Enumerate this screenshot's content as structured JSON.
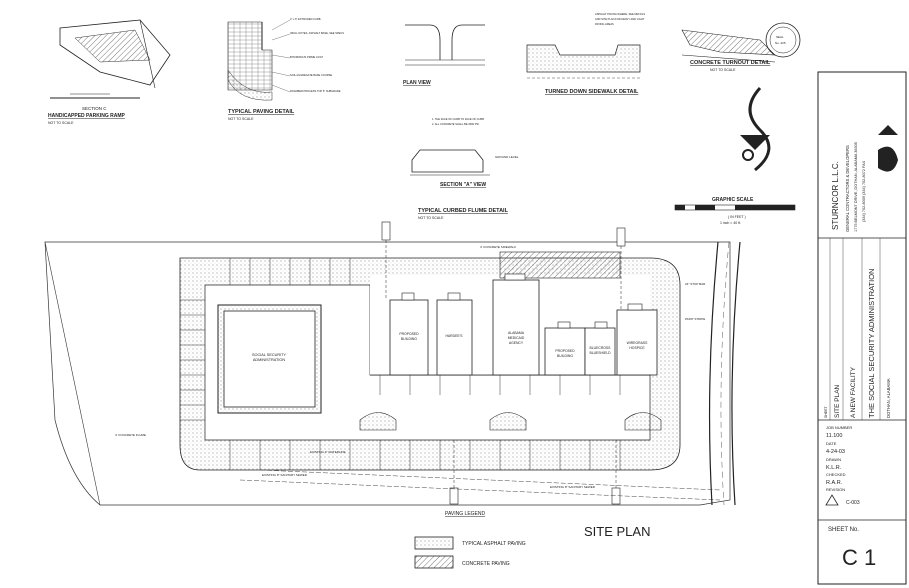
{
  "details": {
    "handicapped_ramp_title": "HANDICAPPED PARKING RAMP",
    "section_c_label": "SECTION C",
    "typical_paving_title": "TYPICAL PAVING DETAIL",
    "plan_view_label": "PLAN VIEW",
    "turned_down_title": "TURNED DOWN SIDEWALK DETAIL",
    "concrete_turnout_title": "CONCRETE TURNOUT DETAIL",
    "section_a_label": "SECTION \"A\" VIEW",
    "curbed_flume_title": "TYPICAL CURBED FLUME DETAIL",
    "not_to_scale": "NOT TO SCALE",
    "graphic_scale_title": "GRAPHIC SCALE",
    "scale_feet": "( IN FEET )",
    "scale_inch": "1 inch = 40 ft."
  },
  "site_plan": {
    "title": "SITE PLAN",
    "buildings": {
      "ssa_line1": "SOCIAL SECURITY",
      "ssa_line2": "ADMINISTRATION",
      "proposed_building_1": [
        "PROPOSED",
        "BUILDING"
      ],
      "hardees": [
        "HARDEE'S"
      ],
      "medicaid": [
        "ALABAMA",
        "MEDICAID",
        "AGENCY"
      ],
      "proposed_building_2": [
        "PROPOSED",
        "BUILDING"
      ],
      "bcbs": [
        "BLUECROSS",
        "BLUESHIELD"
      ],
      "wiregrass": [
        "WIREGRASS",
        "HOSPICE"
      ]
    },
    "labels": {
      "sidewalk_1": "4' CONCRETE FLUME",
      "sidewalk_2": "4' CONCRETE SIDEWALK",
      "sewer_1": "EXISTING 8\" SANITARY SEWER",
      "sewer_2": "EXISTING 8\" SANITARY SEWER",
      "waterline": "EXISTING 6\" WATERLINE",
      "stop_bar": "24\" STOP BAR",
      "paint_stripe": "PAINT STRIPE"
    }
  },
  "legend": {
    "title": "PAVING LEGEND",
    "asphalt": "TYPICAL ASPHALT PAVING",
    "concrete": "CONCRETE PAVING"
  },
  "title_block": {
    "company": "STURNCOR L.L.C.",
    "company_sub": "GENERAL CONTRACTORS & DEVELOPERS",
    "address": "1775 BELMONT DRIVE, DOTHAN, ALABAMA 36305",
    "phone": "(334) 702-8009  (334) 702-8072 FAX",
    "project_line1": "SITE PLAN",
    "project_line2": "A NEW FACILITY",
    "project_line3": "THE SOCIAL SECURITY ADMINISTRATION",
    "project_line4": "DOTHAN, ALABAMA",
    "job_number_label": "JOB NUMBER",
    "job_number": "11.100",
    "date_label": "DATE",
    "date": "4-24-03",
    "drawn_label": "DRAWN",
    "drawn": "K.L.R.",
    "checked_label": "CHECKED",
    "checked": "R.A.R.",
    "revision_label": "REVISION",
    "revision": "C-003",
    "sheet_label": "SHEET No.",
    "sheet_number": "C 1"
  },
  "colors": {
    "ink": "#222222",
    "paper": "#ffffff",
    "stipple": "#b8b8b8"
  }
}
